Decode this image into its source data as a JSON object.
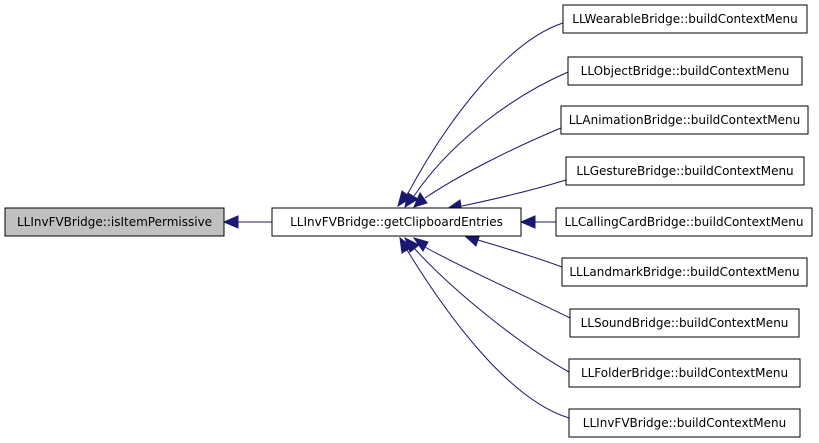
{
  "graph": {
    "root": {
      "label": "LLInvFVBridge::isItemPermissive"
    },
    "hub": {
      "label": "LLInvFVBridge::getClipboardEntries"
    },
    "callers": [
      {
        "id": "wearable",
        "label": "LLWearableBridge::buildContextMenu"
      },
      {
        "id": "object",
        "label": "LLObjectBridge::buildContextMenu"
      },
      {
        "id": "animation",
        "label": "LLAnimationBridge::buildContextMenu"
      },
      {
        "id": "gesture",
        "label": "LLGestureBridge::buildContextMenu"
      },
      {
        "id": "callingcard",
        "label": "LLCallingCardBridge::buildContextMenu"
      },
      {
        "id": "landmark",
        "label": "LLLandmarkBridge::buildContextMenu"
      },
      {
        "id": "sound",
        "label": "LLSoundBridge::buildContextMenu"
      },
      {
        "id": "folder",
        "label": "LLFolderBridge::buildContextMenu"
      },
      {
        "id": "invfv",
        "label": "LLInvFVBridge::buildContextMenu"
      }
    ],
    "colors": {
      "edge": "#191970",
      "node_border": "#000000",
      "root_fill": "#c0c0c0",
      "node_fill": "#ffffff"
    }
  }
}
